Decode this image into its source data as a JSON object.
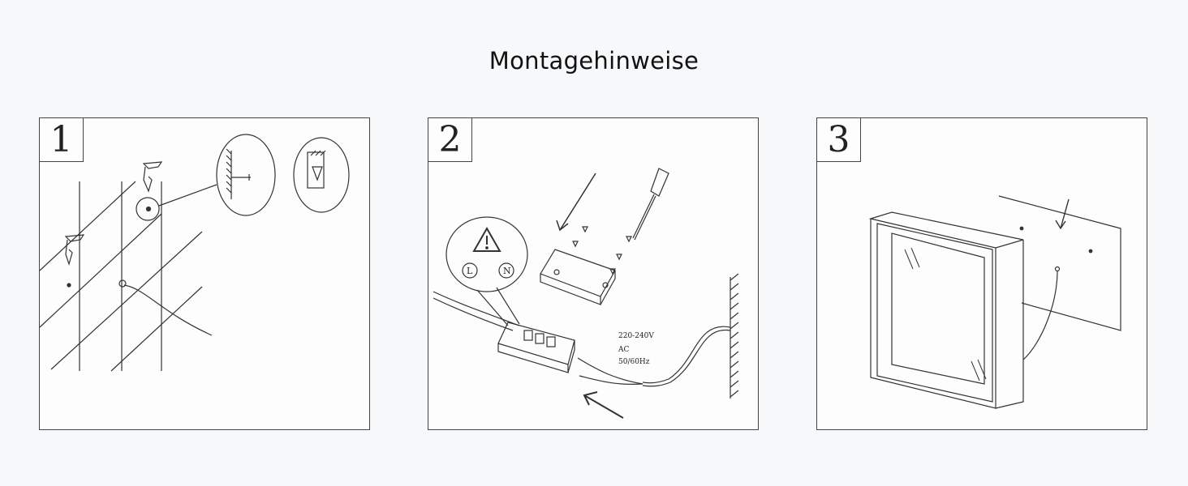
{
  "title": "Montagehinweise",
  "steps": [
    {
      "number": "1"
    },
    {
      "number": "2",
      "voltage": "220-240V",
      "current": "AC",
      "frequency": "50/60Hz",
      "live": "L",
      "neutral": "N"
    },
    {
      "number": "3"
    }
  ],
  "colors": {
    "background": "#f7f8fa",
    "panel": "#fdfdfd",
    "line": "#333333"
  }
}
